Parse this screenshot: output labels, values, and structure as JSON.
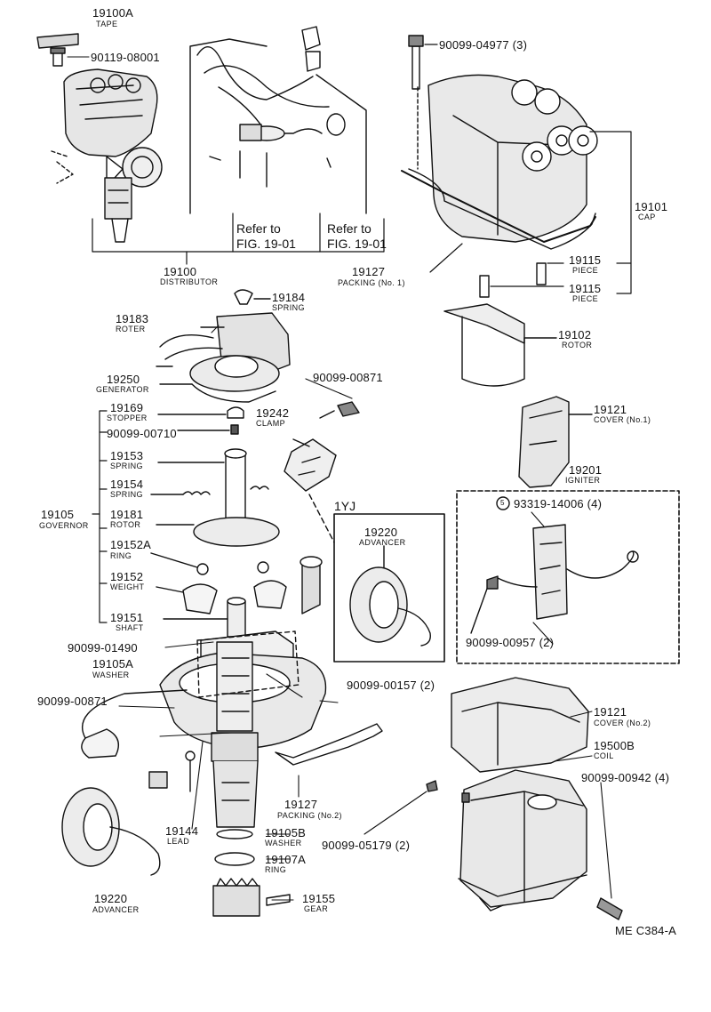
{
  "parts": {
    "tape": {
      "number": "19100A",
      "caption": "TAPE"
    },
    "bolt_top": {
      "number": "90119-08001"
    },
    "distributor": {
      "number": "19100",
      "caption": "DISTRIBUTOR"
    },
    "ref_left": {
      "line1": "Refer to",
      "line2": "FIG. 19-01"
    },
    "ref_right": {
      "line1": "Refer to",
      "line2": "FIG. 19-01"
    },
    "screw_cap": {
      "number": "90099-04977 (3)"
    },
    "cap": {
      "number": "19101",
      "caption": "CAP"
    },
    "piece1": {
      "number": "19115",
      "caption": "PIECE"
    },
    "piece2": {
      "number": "19115",
      "caption": "PIECE"
    },
    "packing1": {
      "number": "19127",
      "caption": "PACKING (No. 1)"
    },
    "rotor_top": {
      "number": "19102",
      "caption": "ROTOR"
    },
    "spring_top": {
      "number": "19184",
      "caption": "SPRING"
    },
    "roter": {
      "number": "19183",
      "caption": "ROTER"
    },
    "generator": {
      "number": "19250",
      "caption": "GENERATOR"
    },
    "screw_clamp": {
      "number": "90099-00871"
    },
    "clamp": {
      "number": "19242",
      "caption": "CLAMP"
    },
    "stopper": {
      "number": "19169",
      "caption": "STOPPER"
    },
    "p00710": {
      "number": "90099-00710"
    },
    "spring153": {
      "number": "19153",
      "caption": "SPRING"
    },
    "spring154": {
      "number": "19154",
      "caption": "SPRING"
    },
    "governor": {
      "number": "19105",
      "caption": "GOVERNOR"
    },
    "rotor181": {
      "number": "19181",
      "caption": "ROTOR"
    },
    "ring152a": {
      "number": "19152A",
      "caption": "RING"
    },
    "weight": {
      "number": "19152",
      "caption": "WEIGHT"
    },
    "shaft": {
      "number": "19151",
      "caption": "SHAFT"
    },
    "p01490": {
      "number": "90099-01490"
    },
    "washer105a": {
      "number": "19105A",
      "caption": "WASHER"
    },
    "p00871_left": {
      "number": "90099-00871"
    },
    "p00157": {
      "number": "90099-00157 (2)"
    },
    "cover1": {
      "number": "19121",
      "caption": "COVER (No.1)"
    },
    "igniter": {
      "number": "19201",
      "caption": "IGNITER"
    },
    "p14006": {
      "circle": "5",
      "number": "93319-14006 (4)"
    },
    "p00957": {
      "number": "90099-00957 (2)"
    },
    "yj_group": {
      "label": "1YJ"
    },
    "advancer_yj": {
      "number": "19220",
      "caption": "ADVANCER"
    },
    "cover2": {
      "number": "19121",
      "caption": "COVER (No.2)"
    },
    "coil": {
      "number": "19500B",
      "caption": "COIL"
    },
    "p00942": {
      "number": "90099-00942 (4)"
    },
    "packing2": {
      "number": "19127",
      "caption": "PACKING (No.2)"
    },
    "p05179": {
      "number": "90099-05179 (2)"
    },
    "lead": {
      "number": "19144",
      "caption": "LEAD"
    },
    "washer105b": {
      "number": "19105B",
      "caption": "WASHER"
    },
    "ring107a": {
      "number": "19107A",
      "caption": "RING"
    },
    "gear": {
      "number": "19155",
      "caption": "GEAR"
    },
    "advancer": {
      "number": "19220",
      "caption": "ADVANCER"
    }
  },
  "drawing_code": "ME C384-A"
}
